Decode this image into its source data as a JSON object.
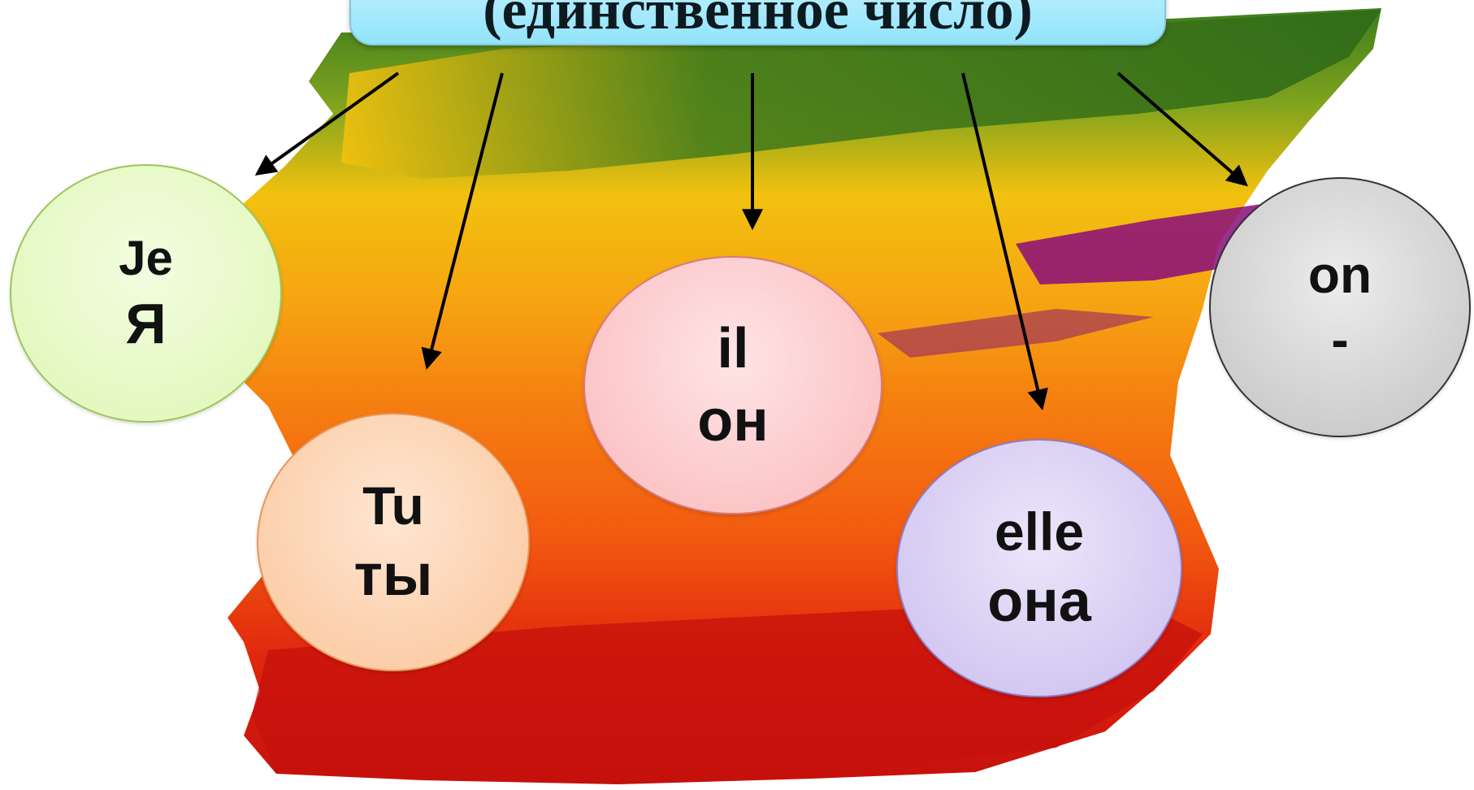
{
  "title": "(единственное число)",
  "pronouns": [
    {
      "fr": "Je",
      "ru": "Я"
    },
    {
      "fr": "Tu",
      "ru": "ты"
    },
    {
      "fr": "il",
      "ru": "он"
    },
    {
      "fr": "elle",
      "ru": "она"
    },
    {
      "fr": "on",
      "ru": "-"
    }
  ],
  "colors": {
    "title_fill": "#a6e9fc",
    "je_circle": "#e6f9c2",
    "tu_circle": "#fdd3b0",
    "il_circle": "#fdd0d2",
    "elle_circle": "#dacff3",
    "on_circle": "#d7d7d7",
    "arrow": "#000000"
  }
}
